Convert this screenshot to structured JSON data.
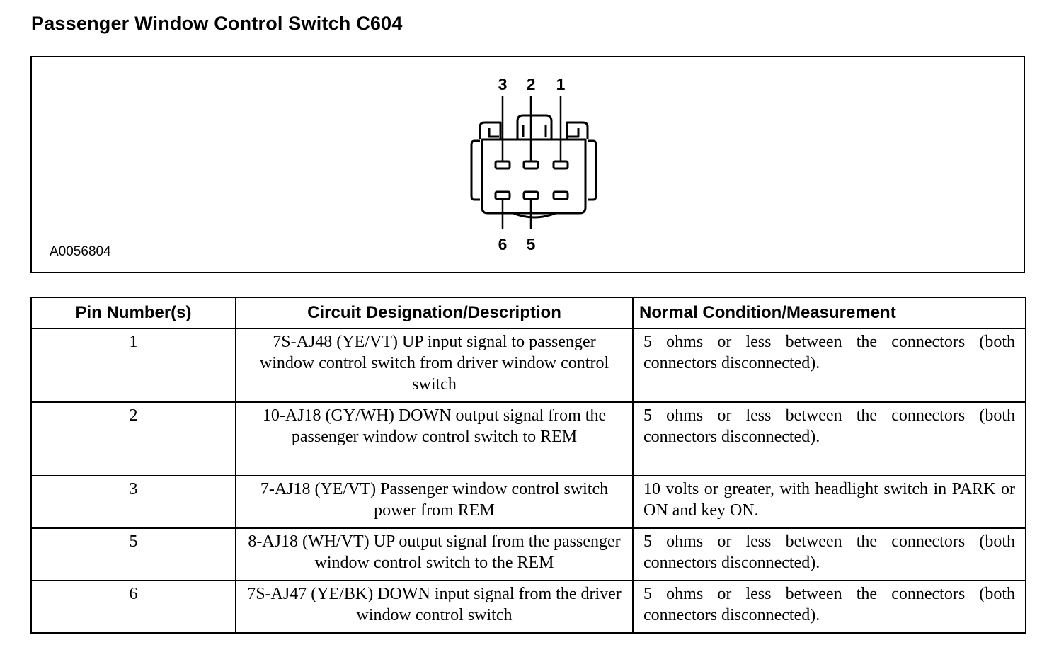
{
  "title": "Passenger Window Control Switch C604",
  "diagram": {
    "figure_id": "A0056804",
    "top_pin_labels": [
      "3",
      "2",
      "1"
    ],
    "bottom_pin_labels": [
      "6",
      "5"
    ]
  },
  "table": {
    "headers": [
      "Pin Number(s)",
      "Circuit Designation/Description",
      "Normal Condition/Measurement"
    ],
    "rows": [
      {
        "pin": "1",
        "circuit": "7S-AJ48 (YE/VT) UP input signal to passenger window control switch from driver window control switch",
        "condition": "5 ohms or less between the connectors (both connectors disconnected)."
      },
      {
        "pin": "2",
        "circuit": "10-AJ18 (GY/WH) DOWN output signal from the passenger window control switch to REM",
        "condition": "5 ohms or less between the connectors (both connectors disconnected)."
      },
      {
        "pin": "3",
        "circuit": "7-AJ18 (YE/VT) Passenger window control switch power from REM",
        "condition": "10 volts or greater, with headlight switch in PARK or ON and key ON."
      },
      {
        "pin": "5",
        "circuit": "8-AJ18 (WH/VT) UP output signal from the passenger window control switch to the REM",
        "condition": "5 ohms or less between the connectors (both connectors disconnected)."
      },
      {
        "pin": "6",
        "circuit": "7S-AJ47 (YE/BK) DOWN input signal from the driver window control switch",
        "condition": "5 ohms or less between the connectors (both connectors disconnected)."
      }
    ]
  }
}
